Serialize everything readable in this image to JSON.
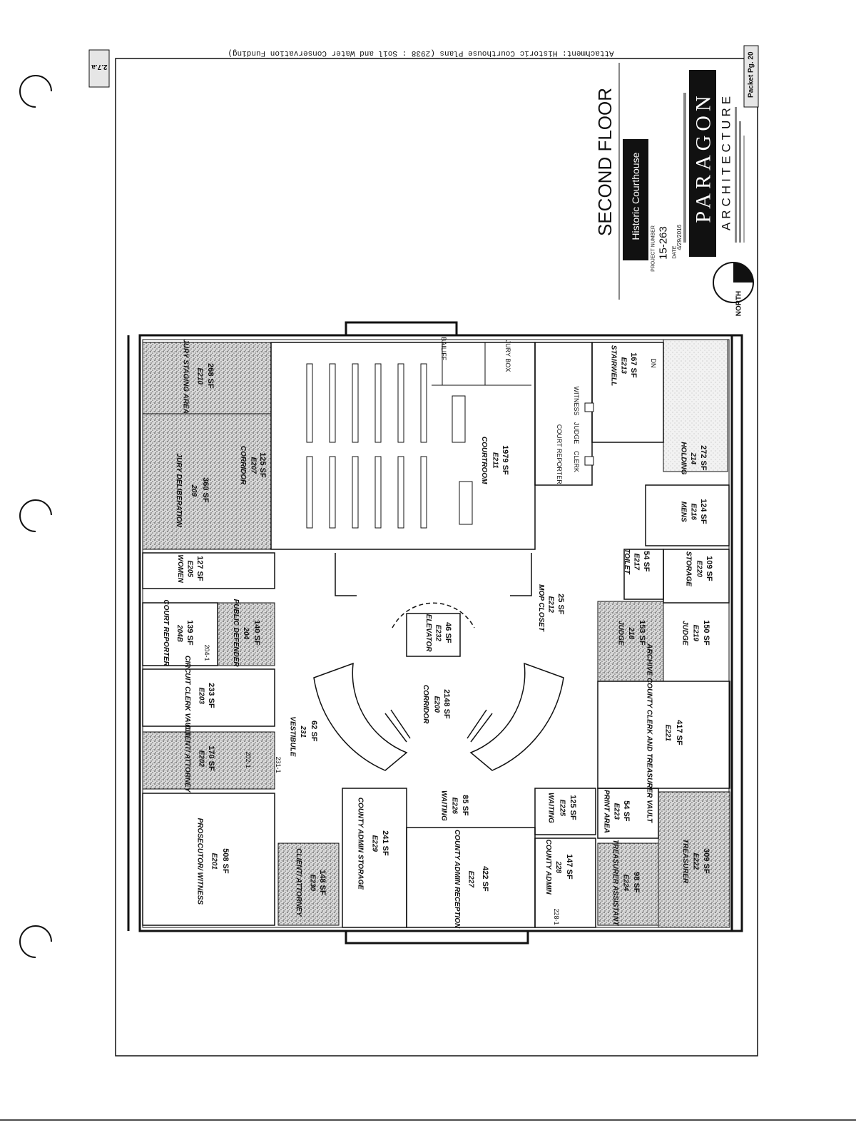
{
  "attachment_line": "Attachment: Historic Courthouse Plans  (2938 : Soil and Water Conservation Funding)",
  "stamp_left": "2.7.a",
  "stamp_right": "Packet Pg. 20",
  "title_block": {
    "sheet_title": "SECOND FLOOR",
    "project_name": "Historic Courthouse",
    "project_number_label": "PROJECT NUMBER",
    "project_number": "15-263",
    "date_label": "DATE",
    "date": "4/29/2016",
    "firm_name": "PARAGON",
    "firm_sub": "ARCHITECTURE",
    "north_label": "NORTH"
  },
  "rooms": [
    {
      "name": "JURY STAGING AREA",
      "number": "E210",
      "area": "268 SF"
    },
    {
      "name": "JURY DELIBERATION",
      "number": "209",
      "area": "360 SF"
    },
    {
      "name": "CORRIDOR",
      "number": "E207",
      "area": "125 SF"
    },
    {
      "name": "WOMEN",
      "number": "E205",
      "area": "127 SF"
    },
    {
      "name": "COURT REPORTER",
      "number": "204B",
      "area": "139 SF"
    },
    {
      "name": "PUBLIC DEFENDER",
      "number": "204",
      "area": "140 SF"
    },
    {
      "name": "CIRCUIT CLERK VAULT",
      "number": "E203",
      "area": "233 SF"
    },
    {
      "name": "CLIENT/ ATTORNEY",
      "number": "E202",
      "area": "170 SF"
    },
    {
      "name": "VESTIBULE",
      "number": "231",
      "area": "62 SF"
    },
    {
      "name": "PROSECUTOR/ WITNESS",
      "number": "E201",
      "area": "508 SF"
    },
    {
      "name": "CLIENT/ ATTORNEY",
      "number": "E230",
      "area": "148 SF"
    },
    {
      "name": "COURTROOM",
      "number": "E211",
      "area": "1979 SF"
    },
    {
      "name": "ELEVATOR",
      "number": "E232",
      "area": "46 SF"
    },
    {
      "name": "CORRIDOR",
      "number": "E200",
      "area": "2148 SF"
    },
    {
      "name": "MOP CLOSET",
      "number": "E212",
      "area": "25 SF"
    },
    {
      "name": "COUNTY ADMIN STORAGE",
      "number": "E229",
      "area": "241 SF"
    },
    {
      "name": "WAITING",
      "number": "E226",
      "area": "85 SF"
    },
    {
      "name": "COUNTY ADMIN RECEPTION",
      "number": "E227",
      "area": "422 SF"
    },
    {
      "name": "COUNTY ADMIN",
      "number": "228",
      "area": "147 SF"
    },
    {
      "name": "WAITING",
      "number": "E225",
      "area": "125 SF"
    },
    {
      "name": "STAIRWELL",
      "number": "E213",
      "area": "167 SF"
    },
    {
      "name": "HOLDING",
      "number": "214",
      "area": "272 SF"
    },
    {
      "name": "MENS",
      "number": "E216",
      "area": "124 SF"
    },
    {
      "name": "TOILET",
      "number": "E217",
      "area": "54 SF"
    },
    {
      "name": "STORAGE",
      "number": "E220",
      "area": "109 SF"
    },
    {
      "name": "JUDGE",
      "number": "E219",
      "area": "150 SF"
    },
    {
      "name": "JUDGE",
      "number": "218",
      "area": "153 SF"
    },
    {
      "name": "ARCHIVE COUNTY CLERK AND TREASURER VAULT",
      "number": "E221",
      "area": "417 SF"
    },
    {
      "name": "PRINT AREA",
      "number": "E223",
      "area": "54 SF"
    },
    {
      "name": "TREASURER ASSISTANT",
      "number": "E224",
      "area": "98 SF"
    },
    {
      "name": "TREASURER",
      "number": "E222",
      "area": "309 SF"
    }
  ],
  "labels": {
    "jury_box": "JURY BOX",
    "bailiff": "BAILIFF",
    "court_reporter": "COURT REPORTER",
    "clerk": "CLERK",
    "judge": "JUDGE",
    "witness": "WITNESS",
    "dn": "DN",
    "door_231": "231-1",
    "door_202": "202-1",
    "door_204": "204-1",
    "door_228": "228-1"
  },
  "colors": {
    "ink": "#111111",
    "hatch": "#9a9a9a",
    "paper": "#ffffff"
  }
}
